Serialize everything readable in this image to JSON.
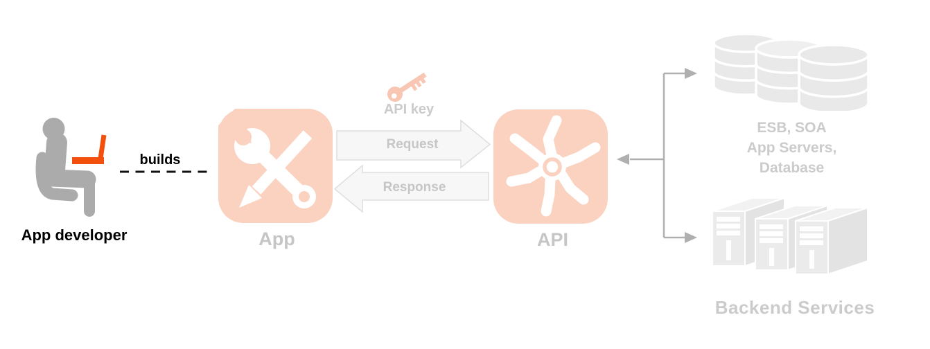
{
  "diagram_title": "",
  "developer": {
    "label": "App developer",
    "action_label": "builds"
  },
  "app": {
    "label": "App"
  },
  "api": {
    "label": "API"
  },
  "api_key": {
    "label": "API key"
  },
  "arrows": {
    "request_label": "Request",
    "response_label": "Response"
  },
  "backends": {
    "esb_label": "ESB, SOA\nApp Servers,\nDatabase",
    "services_label": "Backend Services"
  },
  "colors": {
    "accent_salmon": "#FBD1BF",
    "key_salmon": "#F8C6B3",
    "laptop_orange": "#F3500E",
    "figure_gray": "#ABABAB",
    "label_gray": "#C6C6C6",
    "shape_gray": "#E9E9E9",
    "arrow_fill": "#F7F7F7",
    "arrow_border": "#DEDEDE",
    "connector_gray": "#AFAFAF",
    "text_black": "#000000"
  }
}
